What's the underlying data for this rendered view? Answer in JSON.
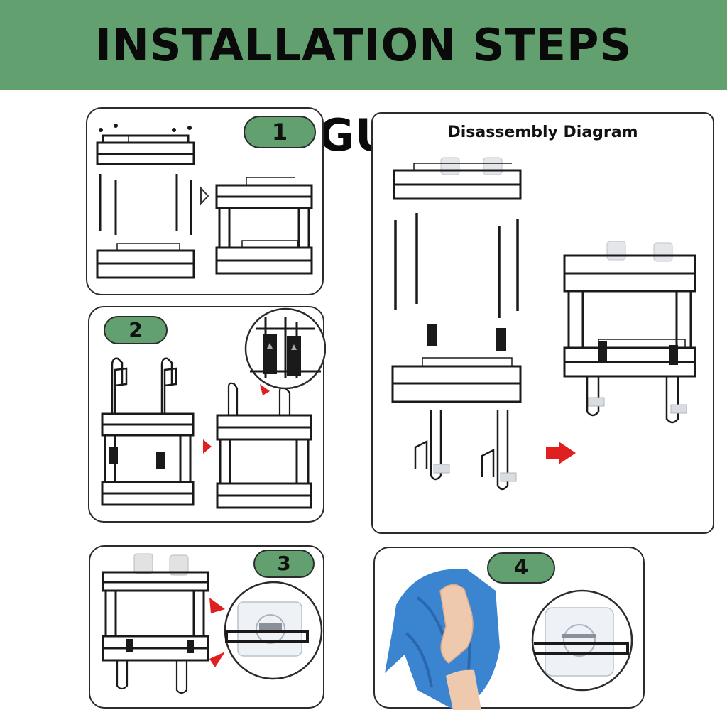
{
  "header": {
    "title": "INSTALLATION STEPS FIGURE",
    "background": "#62a16f"
  },
  "steps": [
    {
      "number": "1"
    },
    {
      "number": "2"
    },
    {
      "number": "3"
    },
    {
      "number": "4"
    }
  ],
  "disassembly": {
    "title": "Disassembly Diagram"
  },
  "colors": {
    "badge": "#62a16f",
    "arrow_red": "#e02020",
    "towel_blue": "#3a84d0",
    "rack": "#1a1a1a"
  },
  "icons": [
    "screw-icon",
    "arrow-right-icon",
    "towel-icon",
    "hand-icon",
    "adhesive-hook-icon"
  ]
}
